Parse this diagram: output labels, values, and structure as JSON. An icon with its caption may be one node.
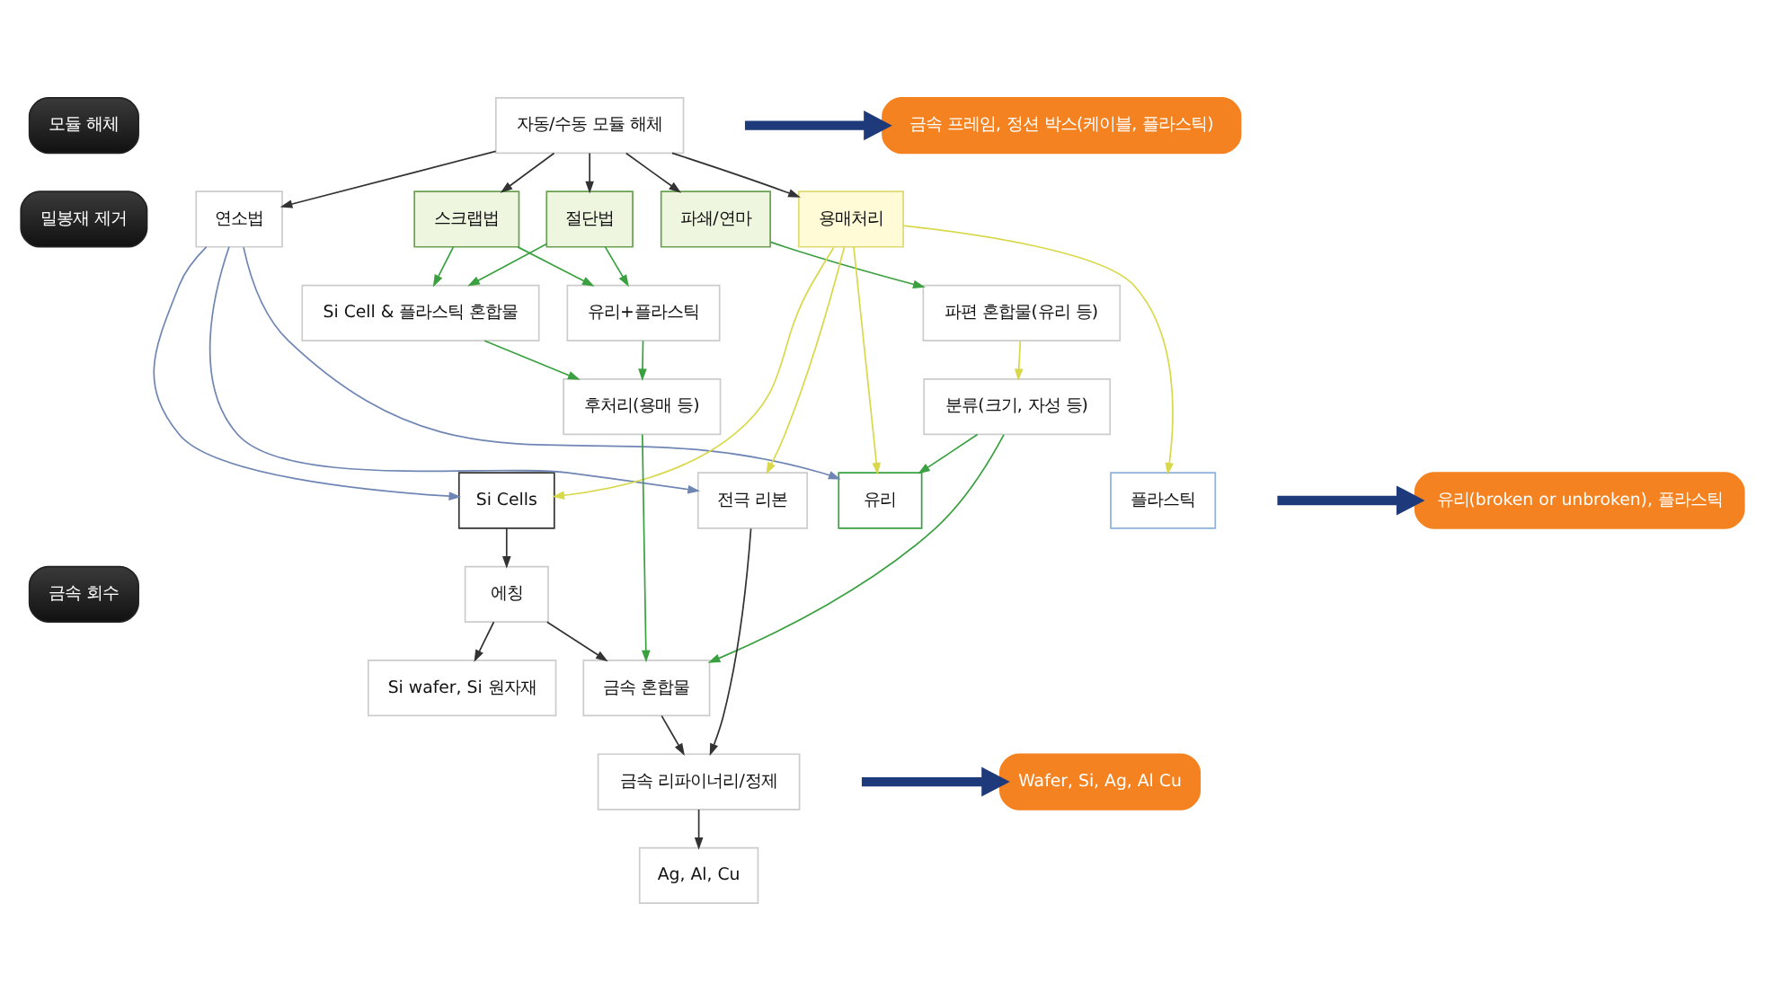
{
  "diagram": {
    "nodes": [
      {
        "text": [
          "모듈 해체"
        ]
      },
      {
        "text": [
          "밀봉재 제거"
        ]
      },
      {
        "text": [
          "금속 회수"
        ]
      },
      {
        "text": [
          "자동/수동 모듈 해체"
        ]
      },
      {
        "text": [
          "연소법"
        ]
      },
      {
        "text": [
          "스크랩법"
        ]
      },
      {
        "text": [
          "절단법"
        ]
      },
      {
        "text": [
          "파쇄/연마"
        ]
      },
      {
        "text": [
          "용매처리"
        ]
      },
      {
        "text": [
          "Si Cell & 플라스틱 혼합물"
        ]
      },
      {
        "text": [
          "유리+플라스틱"
        ]
      },
      {
        "text": [
          "파편 혼합물(유리 등)"
        ]
      },
      {
        "text": [
          "후처리(용매 등)"
        ]
      },
      {
        "text": [
          "분류(크기, 자성 등)"
        ]
      },
      {
        "text": [
          "Si Cells"
        ]
      },
      {
        "text": [
          "유리"
        ]
      },
      {
        "text": [
          "전극 리본"
        ]
      },
      {
        "text": [
          "플라스틱"
        ]
      },
      {
        "text": [
          "에칭"
        ]
      },
      {
        "text": [
          "Si wafer, Si 원자재"
        ]
      },
      {
        "text": [
          "금속 혼합물"
        ]
      },
      {
        "text": [
          "금속 리파이너리/정제"
        ]
      },
      {
        "text": [
          "Ag, Al, Cu"
        ]
      },
      {
        "text": [
          "금속 프레임, 정션 박스(케이블, 플라스틱)"
        ]
      },
      {
        "text": [
          "유리(broken or unbroken), 플라스틱"
        ]
      },
      {
        "text": [
          "Wafer, Si, Ag, Al Cu"
        ]
      }
    ],
    "edges": [
      {
        "from": 3,
        "to": 4,
        "arrow": "to"
      },
      {
        "from": 3,
        "to": 5,
        "arrow": "to"
      },
      {
        "from": 3,
        "to": 6,
        "arrow": "to"
      },
      {
        "from": 3,
        "to": 7,
        "arrow": "to"
      },
      {
        "from": 3,
        "to": 8,
        "arrow": "to"
      },
      {
        "from": 5,
        "to": 9,
        "arrow": "to",
        "color": "#3aa040"
      },
      {
        "from": 5,
        "to": 10,
        "arrow": "to",
        "color": "#3aa040"
      },
      {
        "from": 6,
        "to": 9,
        "arrow": "to",
        "color": "#3aa040"
      },
      {
        "from": 6,
        "to": 10,
        "arrow": "to",
        "color": "#3aa040"
      },
      {
        "from": 7,
        "to": 11,
        "arrow": "to",
        "color": "#3aa040"
      },
      {
        "from": 9,
        "to": 12,
        "arrow": "to",
        "color": "#3aa040"
      },
      {
        "from": 10,
        "to": 12,
        "arrow": "to",
        "color": "#3aa040"
      },
      {
        "from": 11,
        "to": 13,
        "arrow": "to",
        "color": "#d8d84a"
      },
      {
        "from": 4,
        "to": 14,
        "arrow": "to",
        "color": "#6f86b4"
      },
      {
        "from": 4,
        "to": 15,
        "arrow": "to",
        "color": "#6f86b4"
      },
      {
        "from": 4,
        "to": 16,
        "arrow": "to",
        "color": "#6f86b4"
      },
      {
        "from": 8,
        "to": 14,
        "arrow": "to",
        "color": "#d8d84a"
      },
      {
        "from": 8,
        "to": 15,
        "arrow": "to",
        "color": "#d8d84a"
      },
      {
        "from": 8,
        "to": 16,
        "arrow": "to",
        "color": "#d8d84a"
      },
      {
        "from": 8,
        "to": 17,
        "arrow": "to",
        "color": "#d8d84a"
      },
      {
        "from": 13,
        "to": 15,
        "arrow": "to",
        "color": "#3aa040"
      },
      {
        "from": 13,
        "to": 20,
        "arrow": "to",
        "color": "#3aa040"
      },
      {
        "from": 12,
        "to": 20,
        "arrow": "to",
        "color": "#3aa040"
      },
      {
        "from": 14,
        "to": 18,
        "arrow": "to"
      },
      {
        "from": 18,
        "to": 19,
        "arrow": "to"
      },
      {
        "from": 18,
        "to": 20,
        "arrow": "to"
      },
      {
        "from": 16,
        "to": 21,
        "arrow": "to"
      },
      {
        "from": 20,
        "to": 21,
        "arrow": "to"
      },
      {
        "from": 21,
        "to": 22,
        "arrow": "to"
      },
      {
        "from": null,
        "to": 23,
        "arrow": "to",
        "style": "thick",
        "color": "#1f3a7a"
      },
      {
        "from": null,
        "to": 24,
        "arrow": "to",
        "style": "thick",
        "color": "#1f3a7a"
      },
      {
        "from": null,
        "to": 25,
        "arrow": "to",
        "style": "thick",
        "color": "#1f3a7a"
      }
    ]
  }
}
